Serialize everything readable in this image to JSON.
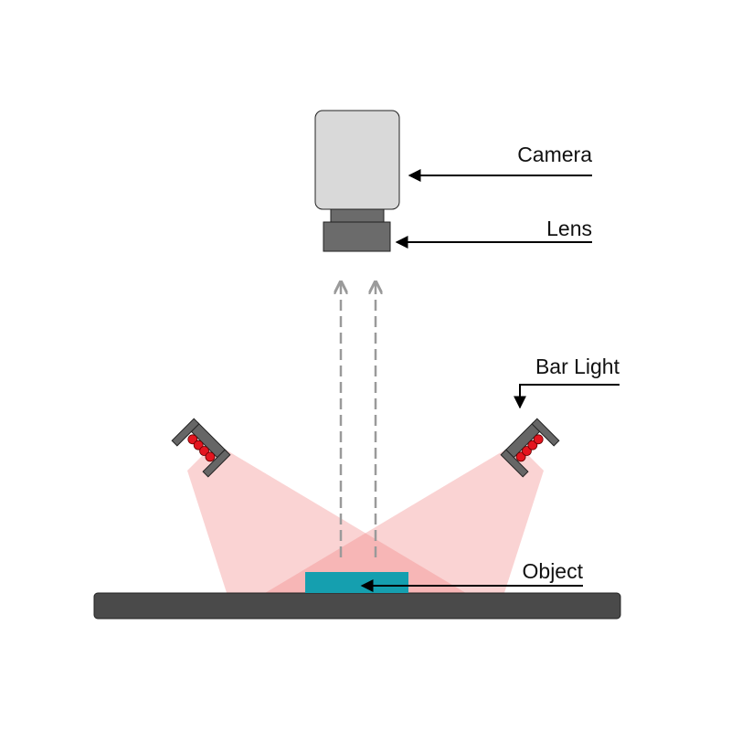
{
  "labels": {
    "camera": "Camera",
    "lens": "Lens",
    "bar_light": "Bar Light",
    "object": "Object"
  },
  "colors": {
    "camera_body": "#d9d9d9",
    "lens": "#6b6b6b",
    "base": "#4a4a4a",
    "object": "#159faf",
    "led": "#e4151f",
    "light_beam": "#f08080",
    "arrow_dashed": "#9a9a9a"
  }
}
